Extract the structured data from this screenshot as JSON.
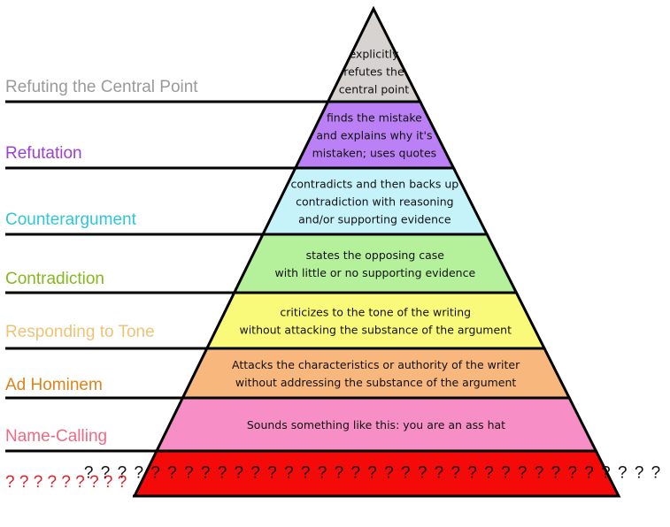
{
  "levels": [
    {
      "label": "Refuting the Central Point",
      "label_color": "#9a9a9a",
      "fill": "#d6d3d1",
      "description": [
        "explicitly",
        "refutes the",
        "central point"
      ]
    },
    {
      "label": "Refutation",
      "label_color": "#9b3fd6",
      "fill": "#bb80f5",
      "description": [
        "finds the mistake",
        "and explains why it's",
        "mistaken; uses quotes"
      ]
    },
    {
      "label": "Counterargument",
      "label_color": "#2fc7d6",
      "fill": "#c6f2fa",
      "description": [
        "contradicts and then backs up",
        "contradiction with reasoning",
        "and/or supporting evidence"
      ]
    },
    {
      "label": "Contradiction",
      "label_color": "#86b81e",
      "fill": "#b5f09a",
      "description": [
        "states the opposing case",
        "with little or no supporting evidence"
      ]
    },
    {
      "label": "Responding to Tone",
      "label_color": "#eec377",
      "fill": "#fafa7a",
      "description": [
        "criticizes to the tone of the writing",
        "without attacking the substance of the argument"
      ]
    },
    {
      "label": "Ad Hominem",
      "label_color": "#e0821a",
      "fill": "#f8b77c",
      "description": [
        "Attacks the  characteristics or authority of the writer",
        "without addressing the substance of the argument"
      ]
    },
    {
      "label": "Name-Calling",
      "label_color": "#f06a86",
      "fill": "#f78fc6",
      "description": [
        "Sounds something like this: you are an ass hat"
      ]
    },
    {
      "label": "? ? ? ? ? ? ? ? ?",
      "label_color": "#e0202a",
      "fill": "#f50a0a",
      "description": [
        "? ? ? ? ? ? ? ? ? ? ? ? ? ? ? ? ? ? ? ? ? ? ? ? ? ? ? ? ? ? ? ? ? ? ?"
      ]
    }
  ]
}
